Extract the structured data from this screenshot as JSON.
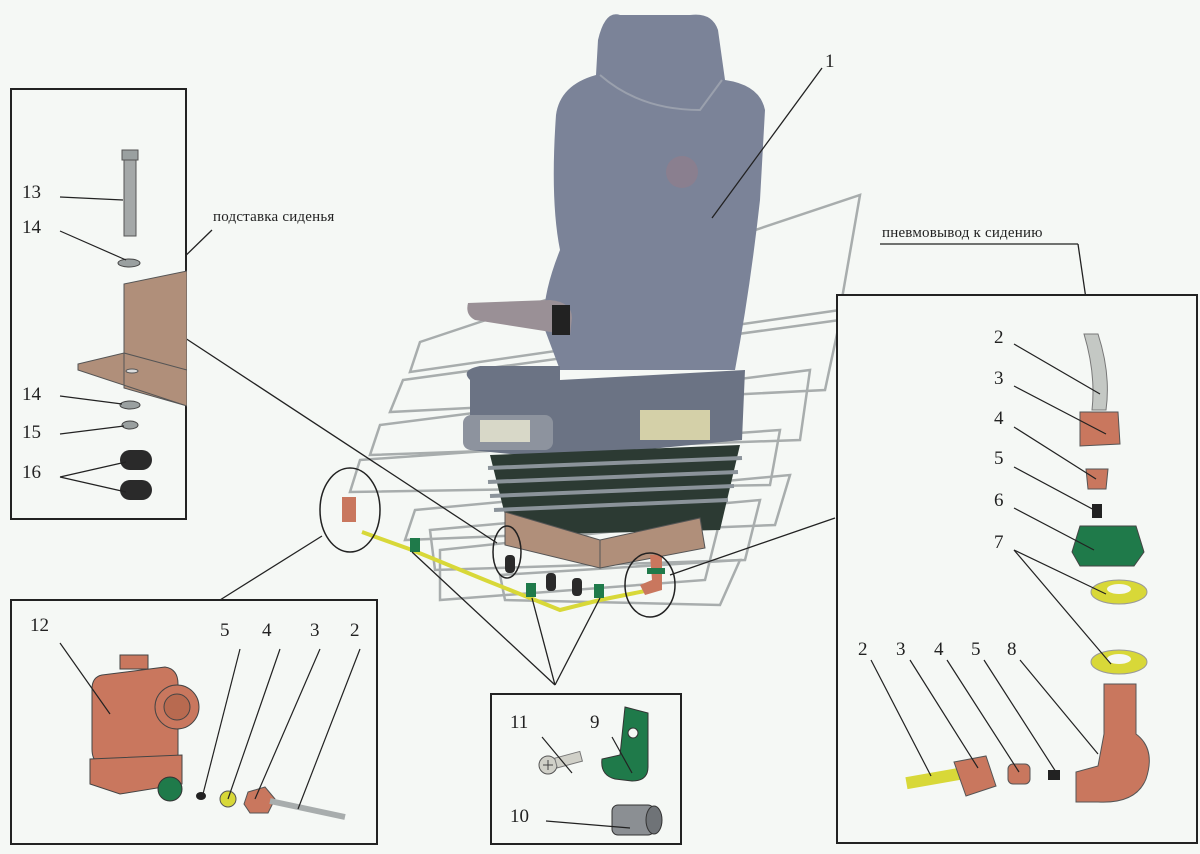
{
  "diagram": {
    "title_notes": {
      "seat_stand": "подставка  сиденья",
      "pneumatic_outlet": "пневмовывод к сидению"
    },
    "main_view": {
      "seat_label": "1"
    },
    "panel_top_left": {
      "labels": [
        "13",
        "14",
        "14",
        "15",
        "16"
      ]
    },
    "panel_right": {
      "vertical_labels": [
        "2",
        "3",
        "4",
        "5",
        "6",
        "7"
      ],
      "bottom_labels": [
        "2",
        "3",
        "4",
        "5",
        "8"
      ]
    },
    "panel_bottom_left": {
      "labels": [
        "12",
        "5",
        "4",
        "3",
        "2"
      ]
    },
    "panel_bottom_center": {
      "labels": [
        "11",
        "9",
        "10"
      ]
    },
    "colors": {
      "background": "#f5f8f5",
      "seat_gray": "#7a8296",
      "copper": "#c9775e",
      "green": "#1f7a4a",
      "yellow": "#d8d838",
      "bracket_tan": "#b08f7a",
      "rubber_black": "#2a2a2a",
      "guide_gray": "#a8adad"
    }
  }
}
